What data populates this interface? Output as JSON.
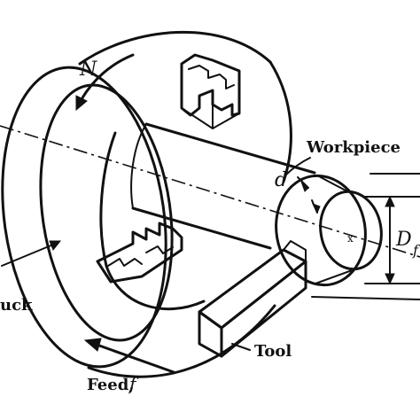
{
  "labels": {
    "workpiece": "Workpiece",
    "tool": "Tool",
    "feed": "Feed,",
    "feed_symbol": "f",
    "chuck": "uck",
    "rotation_symbol": "N",
    "depth_symbol": "d",
    "diameter_symbol": "D",
    "diameter_subscript": "f",
    "axis_mark": "x"
  },
  "colors": {
    "ink": "#111111",
    "background": "#ffffff"
  }
}
